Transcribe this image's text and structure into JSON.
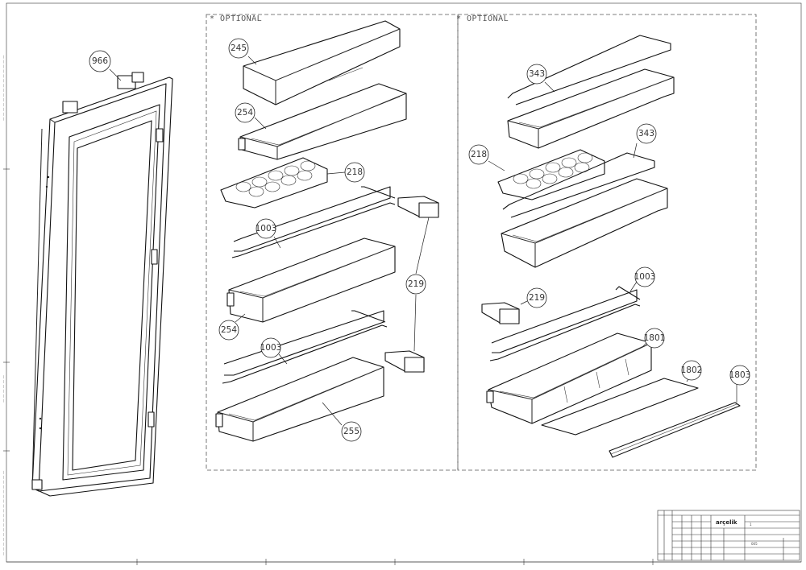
{
  "panels": {
    "left_label": "* OPTIONAL",
    "right_label": "* OPTIONAL"
  },
  "callouts": {
    "door": "966",
    "lid": "245",
    "tray_top": "254",
    "egg_left": "218",
    "wire_left_top": "1003",
    "tray_mid": "254",
    "clip_left": "219",
    "wire_left_bottom": "1003",
    "tray_bottom": "255",
    "shelf_top": "343",
    "egg_right": "218",
    "shelf_mid": "343",
    "clip_right": "219",
    "wire_right": "1003",
    "shelf_bottom": "1801",
    "glass": "1802",
    "trim": "1803"
  },
  "title_block": {
    "brand": "arçelik",
    "sheet_label": "1",
    "code": "005"
  },
  "colors": {
    "line": "#222222",
    "background": "#ffffff"
  }
}
